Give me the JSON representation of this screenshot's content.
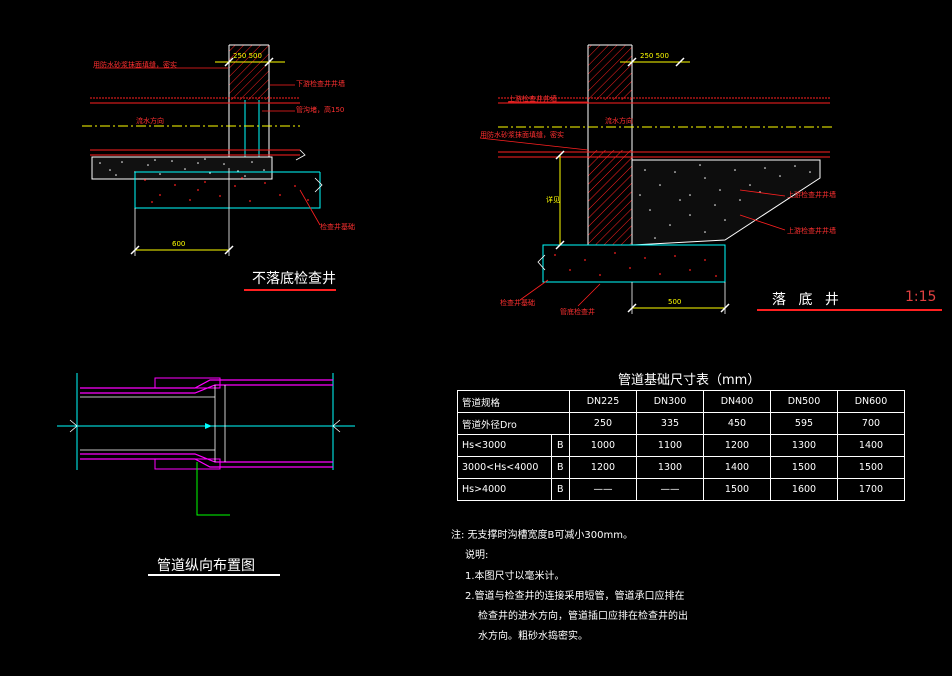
{
  "labels": {
    "no_bottom_well": "不落底检查井",
    "bottom_well": "落 底 井",
    "scale": "1:15",
    "pipe_layout": "管道纵向布置图",
    "dim_600_left": "600",
    "dim_500_right": "500",
    "dim_250_left": "250 500",
    "dim_250_right": "250 500",
    "flow_dir_left": "流水方向",
    "flow_dir_right": "流水方向",
    "left_label_1": "用防水砂浆抹面填缝，密实",
    "left_label_2": "下游检查井井墙",
    "left_label_3": "管沟堵，高150",
    "left_label_4": "检查井基础",
    "right_label_1": "上游检查井井墙",
    "right_label_2": "用防水砂浆抹面填缝，密实",
    "right_label_3": "上游检查井井墙",
    "right_label_4": "上游检查井井墙",
    "right_label_5": "检查井基础",
    "right_label_6": "管底检查井",
    "right_vert": "详见"
  },
  "table": {
    "title": "管道基础尺寸表（mm）",
    "header": [
      "管道规格",
      "DN225",
      "DN300",
      "DN400",
      "DN500",
      "DN600"
    ],
    "rows": [
      {
        "label": "管道外径Dro",
        "b": "",
        "values": [
          "250",
          "335",
          "450",
          "595",
          "700"
        ]
      },
      {
        "label": "Hs<3000",
        "b": "B",
        "values": [
          "1000",
          "1100",
          "1200",
          "1300",
          "1400"
        ]
      },
      {
        "label": "3000<Hs<4000",
        "b": "B",
        "values": [
          "1200",
          "1300",
          "1400",
          "1500",
          "1500"
        ]
      },
      {
        "label": "Hs>4000",
        "b": "B",
        "values": [
          "——",
          "——",
          "1500",
          "1600",
          "1700"
        ]
      }
    ]
  },
  "notes": {
    "note0": "注: 无支撑时沟槽宽度B可减小300mm。",
    "heading": "说明:",
    "n1": "1.本图尺寸以毫米计。",
    "n2a": "2.管道与检查井的连接采用短管，管道承口应排在",
    "n2b": "检查井的进水方向，管道插口应排在检查井的出",
    "n2c": "水方向。粗砂水捣密实。"
  },
  "colors": {
    "cyan": "#00ffff",
    "magenta": "#ff00ff",
    "red": "#ff2020",
    "yellow": "#ffff00",
    "white": "#ffffff",
    "green": "#00ff00"
  }
}
